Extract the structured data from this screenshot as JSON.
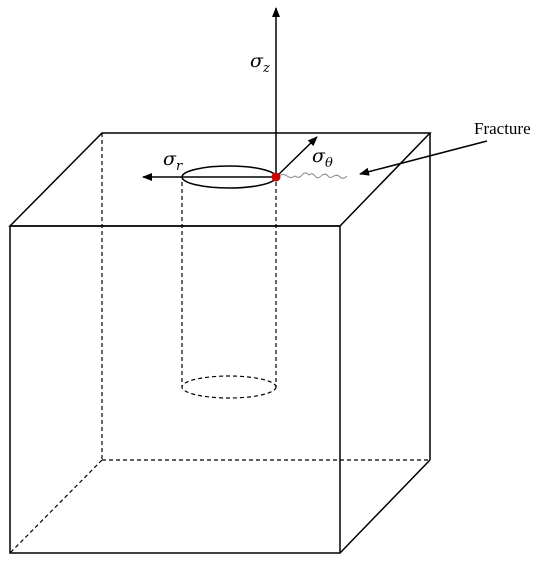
{
  "labels": {
    "sigma_z": {
      "symbol": "σ",
      "subscript": "z"
    },
    "sigma_r": {
      "symbol": "σ",
      "subscript": "r"
    },
    "sigma_theta": {
      "symbol": "σ",
      "subscript": "θ"
    },
    "fracture": "Fracture"
  },
  "colors": {
    "line": "#000000",
    "fracture_point": "#cc0000",
    "fracture_trace": "#888888"
  }
}
